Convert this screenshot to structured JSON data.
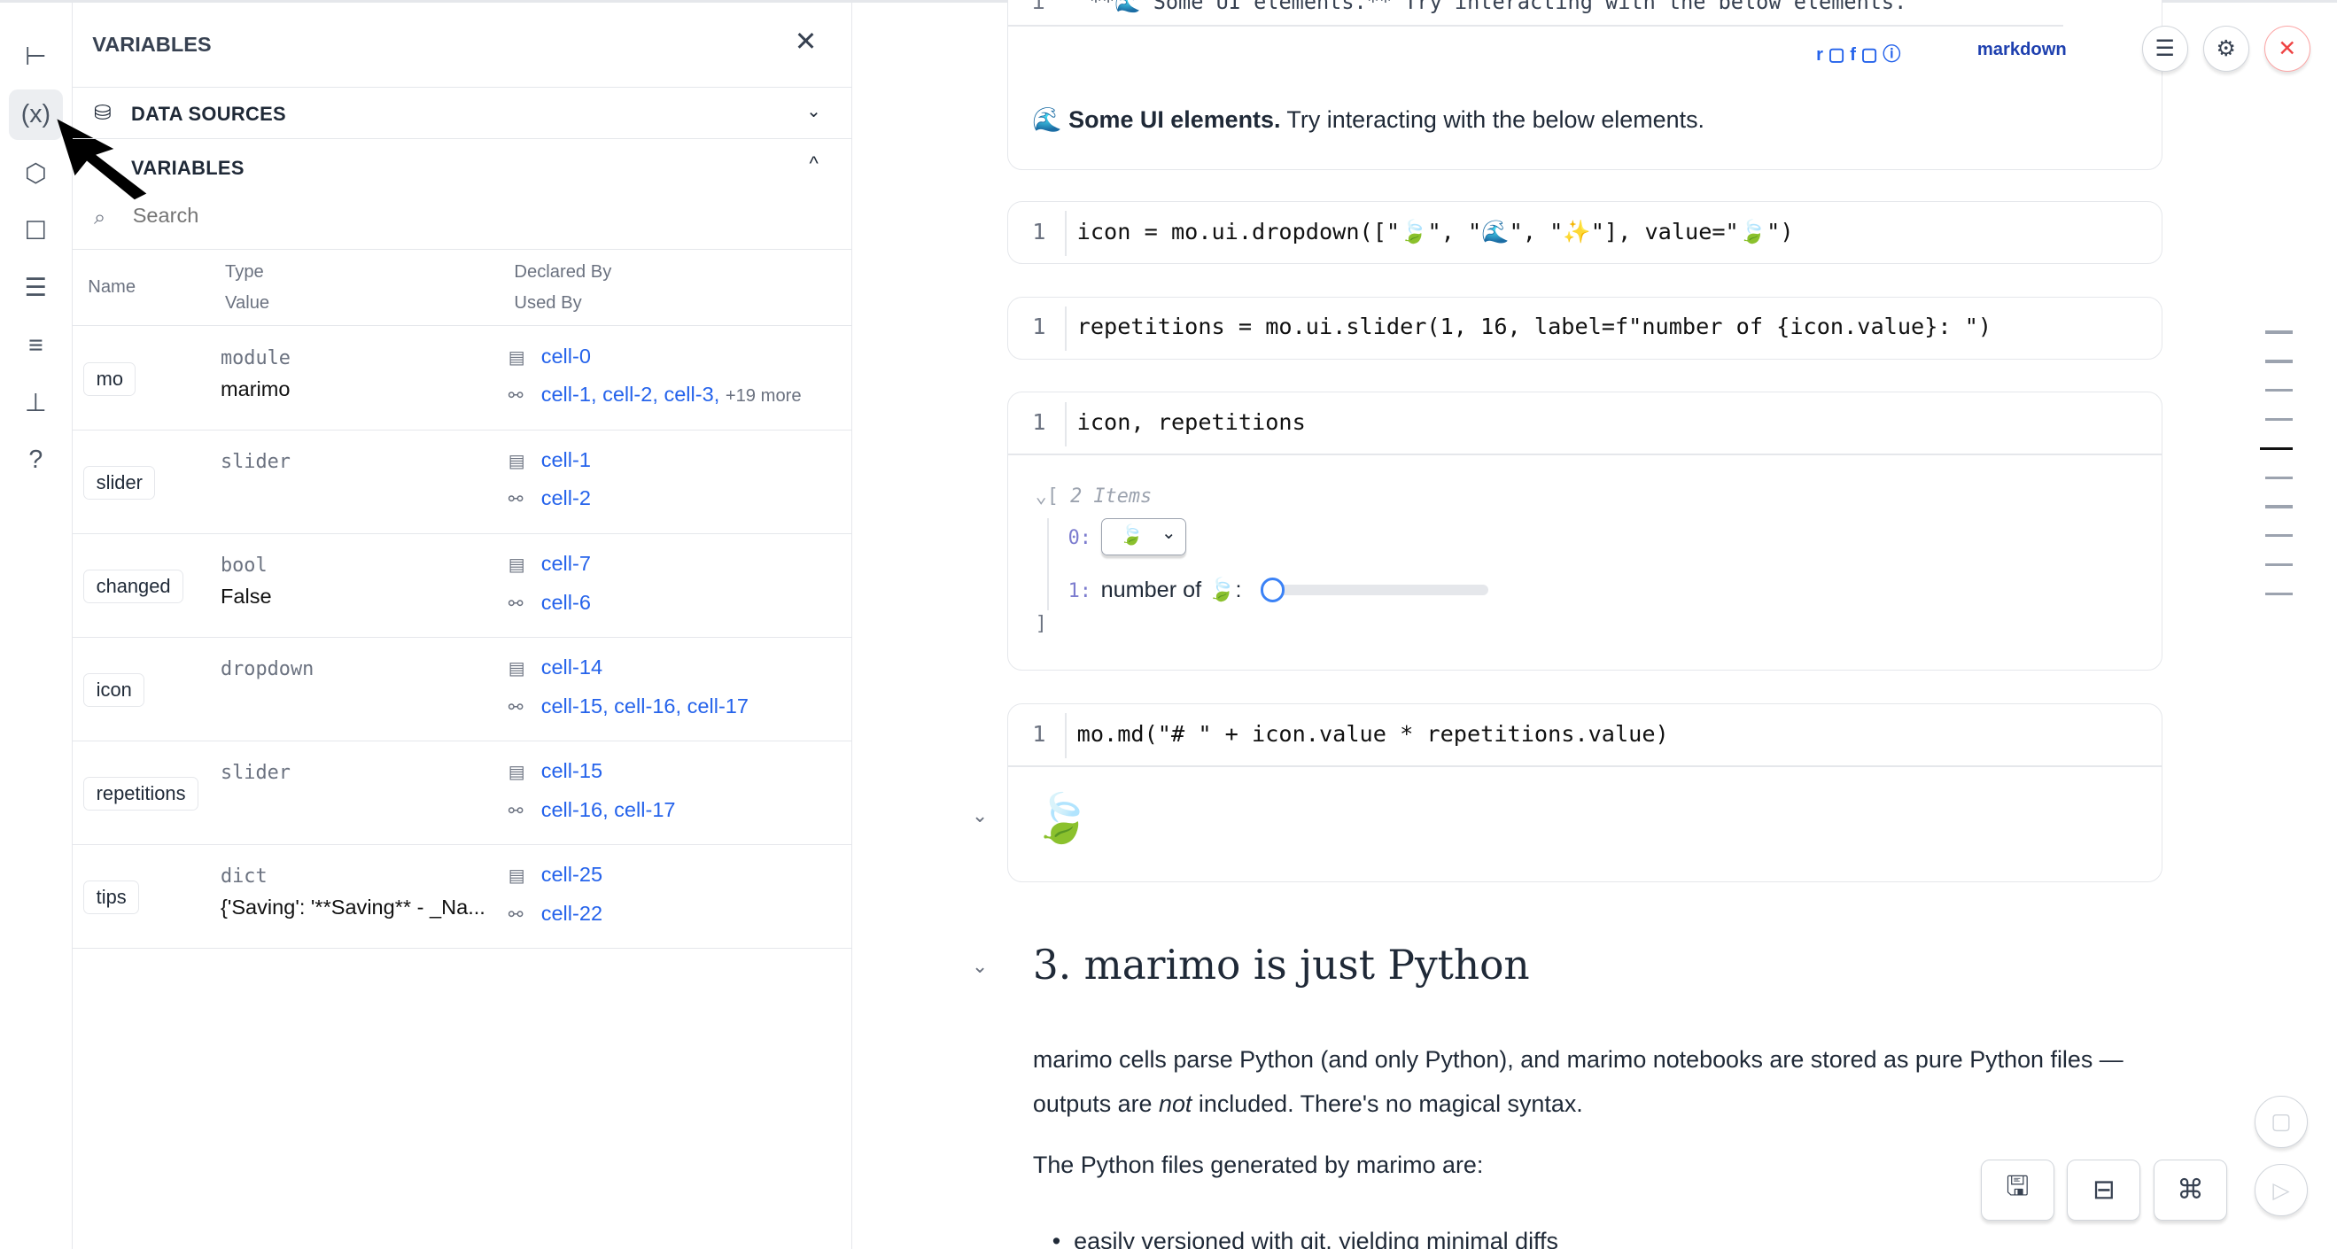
{
  "sidebar": {
    "icons": [
      "file-tree-icon",
      "variables-icon",
      "package-icon",
      "robot-icon",
      "scroll-icon",
      "search-list-icon",
      "dependency-graph-icon",
      "help-icon"
    ],
    "active": "variables-icon"
  },
  "panel": {
    "title": "VARIABLES",
    "data_sources": "DATA SOURCES",
    "variables": "VARIABLES",
    "search_placeholder": "Search",
    "columns": {
      "name": "Name",
      "type": "Type",
      "value": "Value",
      "declared_by": "Declared By",
      "used_by": "Used By"
    },
    "rows": [
      {
        "name": "mo",
        "type": "module",
        "value": "marimo",
        "declared": "cell-0",
        "used": [
          "cell-1",
          "cell-2",
          "cell-3"
        ],
        "more": "+19 more"
      },
      {
        "name": "slider",
        "type": "slider",
        "value": "",
        "declared": "cell-1",
        "used": [
          "cell-2"
        ]
      },
      {
        "name": "changed",
        "type": "bool",
        "value": "False",
        "declared": "cell-7",
        "used": [
          "cell-6"
        ]
      },
      {
        "name": "icon",
        "type": "dropdown",
        "value": "",
        "declared": "cell-14",
        "used": [
          "cell-15",
          "cell-16",
          "cell-17"
        ]
      },
      {
        "name": "repetitions",
        "type": "slider",
        "value": "",
        "declared": "cell-15",
        "used": [
          "cell-16",
          "cell-17"
        ]
      },
      {
        "name": "tips",
        "type": "dict",
        "value": "{'Saving': '**Saving** - _Na...",
        "declared": "cell-25",
        "used": [
          "cell-22"
        ]
      }
    ]
  },
  "notebook": {
    "top_code": "\"**🌊 Some UI elements.** Try interacting with the below elements.",
    "md_toolbar": {
      "r": "r",
      "f": "f",
      "language": "markdown"
    },
    "md_output_bold": "🌊 Some UI elements.",
    "md_output_rest": " Try interacting with the below elements.",
    "cell_dropdown": {
      "line": "1",
      "code": "icon = mo.ui.dropdown([\"🍃\", \"🌊\", \"✨\"], value=\"🍃\")"
    },
    "cell_slider": {
      "line": "1",
      "code": "repetitions = mo.ui.slider(1, 16, label=f\"number of {icon.value}: \")"
    },
    "cell_tuple": {
      "line": "1",
      "code": "icon, repetitions",
      "items": "2 Items",
      "idx0": "0:",
      "idx1": "1:",
      "dropdown_value": "🍃",
      "slider_label": "number of 🍃:",
      "slider_value": 1,
      "slider_min": 1,
      "slider_max": 16
    },
    "cell_md": {
      "line": "1",
      "code": "mo.md(\"# \" + icon.value * repetitions.value)",
      "output": "🍃"
    },
    "heading": "3. marimo is just Python",
    "para1a": "marimo cells parse Python (and only Python), and marimo notebooks are stored as pure Python files — outputs are ",
    "para1_em": "not",
    "para1b": " included. There's no magical syntax.",
    "para2": "The Python files generated by marimo are:",
    "bullet1": "easily versioned with git, yielding minimal diffs"
  },
  "colors": {
    "link": "#2563eb",
    "close": "#ef4444"
  }
}
